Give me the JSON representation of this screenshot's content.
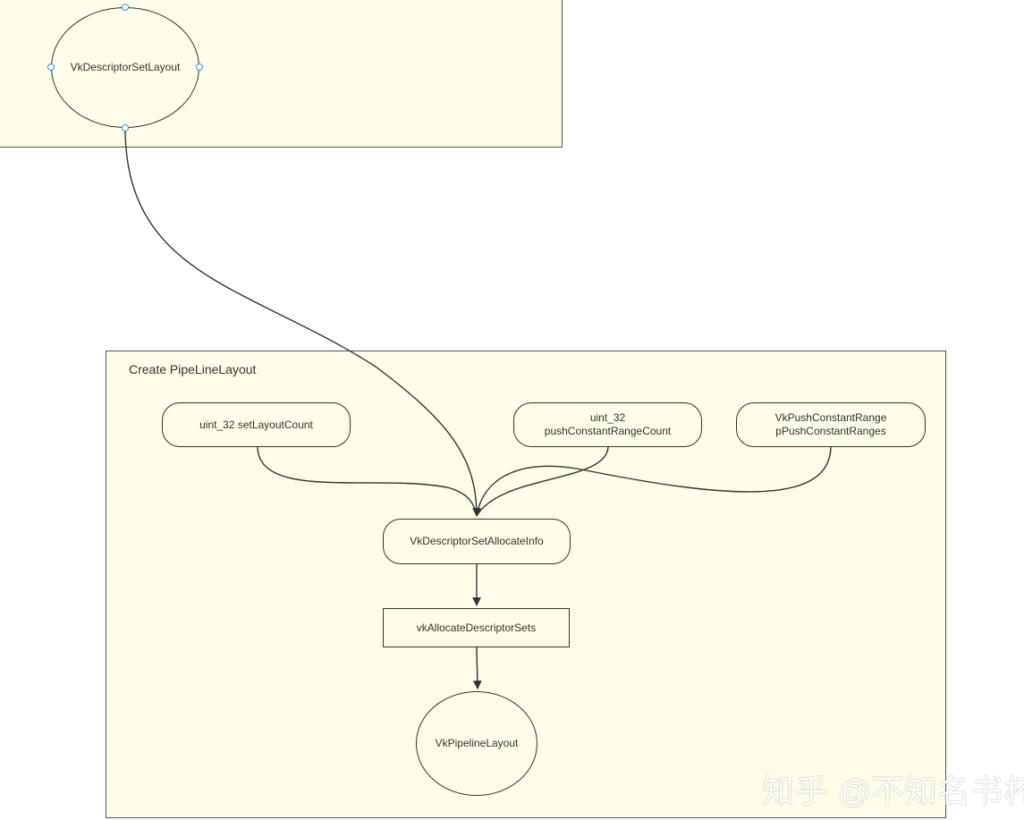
{
  "groups": {
    "top": {
      "title": ""
    },
    "main": {
      "title": "Create PipeLineLayout"
    }
  },
  "nodes": {
    "descriptor_set_layout": "VkDescriptorSetLayout",
    "set_layout_count": "uint_32 setLayoutCount",
    "push_constant_range_count_type": "uint_32",
    "push_constant_range_count_name": "pushConstantRangeCount",
    "push_constant_ranges_type": "VkPushConstantRange",
    "push_constant_ranges_name": "pPushConstantRanges",
    "descriptor_set_allocate_info": "VkDescriptorSetAllocateInfo",
    "allocate_descriptor_sets": "vkAllocateDescriptorSets",
    "pipeline_layout": "VkPipelineLayout"
  },
  "watermark": "知乎 @不知名书杯",
  "colors": {
    "group_fill": "#fdfde9",
    "stroke": "#333333",
    "handle": "#3d8fe0"
  }
}
